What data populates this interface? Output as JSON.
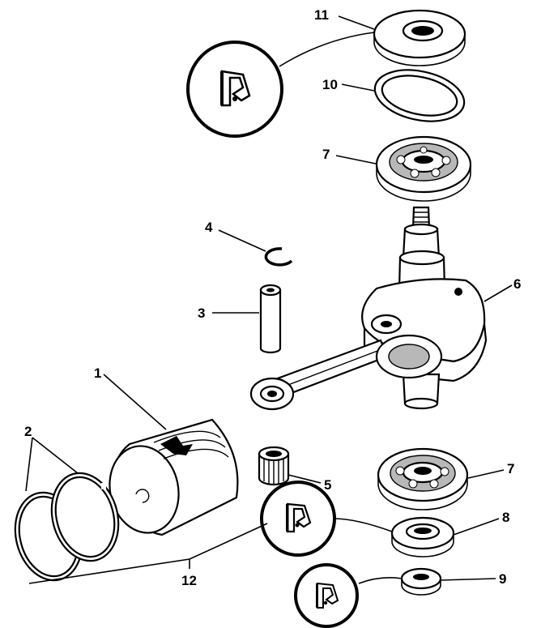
{
  "callouts": {
    "c1": "1",
    "c2": "2",
    "c3": "3",
    "c4": "4",
    "c5": "5",
    "c6": "6",
    "c7a": "7",
    "c7b": "7",
    "c8": "8",
    "c9": "9",
    "c10": "10",
    "c11": "11",
    "c12": "12"
  },
  "icons": {
    "lube_symbol": "lubricant-application-icon"
  },
  "colors": {
    "ink": "#000000",
    "paper": "#ffffff"
  }
}
